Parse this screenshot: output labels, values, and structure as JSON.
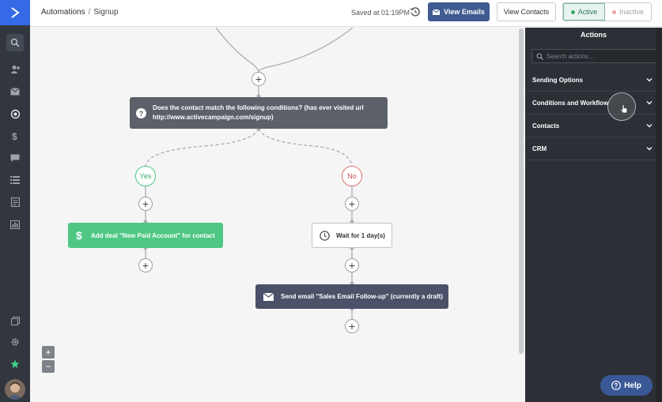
{
  "nav": {
    "items": [
      "search-icon",
      "contacts-icon",
      "campaigns-icon",
      "automations-icon",
      "deals-icon",
      "conversations-icon",
      "lists-icon",
      "forms-icon",
      "reports-icon",
      "pages-icon",
      "settings-icon",
      "favorites-icon",
      "avatar"
    ]
  },
  "header": {
    "breadcrumb_root": "Automations",
    "breadcrumb_sep": "/",
    "breadcrumb_current": "Signup",
    "saved_text": "Saved at 01:19PM",
    "view_emails_label": "View Emails",
    "view_contacts_label": "View Contacts",
    "active_label": "Active",
    "inactive_label": "Inactive"
  },
  "workflow": {
    "condition_text": "Does the contact match the following conditions? (has ever visited url http://www.activecampaign.com/signup)",
    "yes_label": "Yes",
    "no_label": "No",
    "deal_text": "Add deal \"New Paid Account\" for contact",
    "wait_text": "Wait for 1 day(s)",
    "email_text": "Send email \"Sales Email Follow-up\" (currently a draft)",
    "add_step_symbol": "+",
    "zoom_in": "+",
    "zoom_out": "−"
  },
  "panel": {
    "title": "Actions",
    "search_placeholder": "Search actions...",
    "sections": [
      "Sending Options",
      "Conditions and Workflow",
      "Contacts",
      "CRM"
    ]
  },
  "help_label": "Help",
  "colors": {
    "nav_bg": "#32373f",
    "brand_blue": "#356ae6",
    "yes_green": "#4fc784",
    "no_red": "#e07078",
    "panel_bg": "#2c3036"
  }
}
